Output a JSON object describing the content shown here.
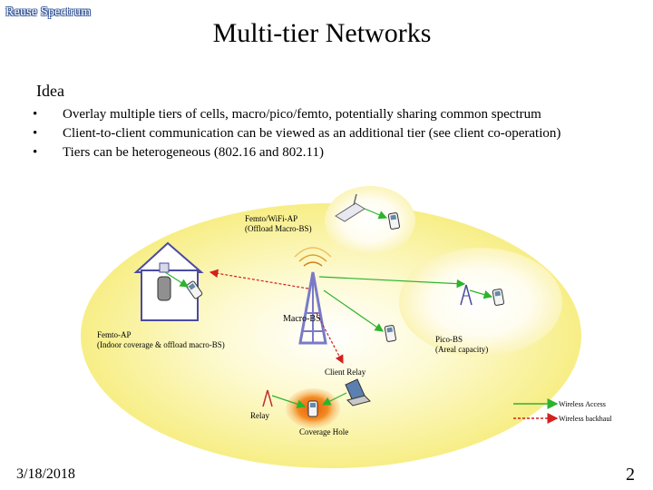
{
  "header": {
    "corner_label": "Reuse Spectrum",
    "title": "Multi-tier Networks"
  },
  "content": {
    "heading": "Idea",
    "bullets": [
      "Overlay multiple tiers of cells, macro/pico/femto, potentially sharing common spectrum",
      "Client-to-client communication can be viewed as an additional tier  (see client co-operation)",
      "Tiers can be heterogeneous (802.16 and 802.11)"
    ]
  },
  "diagram": {
    "labels": {
      "femto_wifi_line1": "Femto/WiFi-AP",
      "femto_wifi_line2": "(Offload Macro-BS)",
      "macro_bs": "Macro-BS",
      "femto_ap_line1": "Femto-AP",
      "femto_ap_line2": "(Indoor coverage & offload macro-BS)",
      "pico_bs_line1": "Pico-BS",
      "pico_bs_line2": "(Areal capacity)",
      "client_relay": "Client Relay",
      "relay": "Relay",
      "coverage_hole": "Coverage Hole"
    },
    "legend": {
      "access": "Wireless Access",
      "backhaul": "Wireless backhaul"
    },
    "colors": {
      "macro_cell": "#fcf7b0",
      "small_cell": "#fffde6",
      "access_line": "#2db32d",
      "backhaul_line": "#d42020",
      "tower": "#7a7ac8"
    }
  },
  "footer": {
    "date": "3/18/2018",
    "page": "2"
  }
}
